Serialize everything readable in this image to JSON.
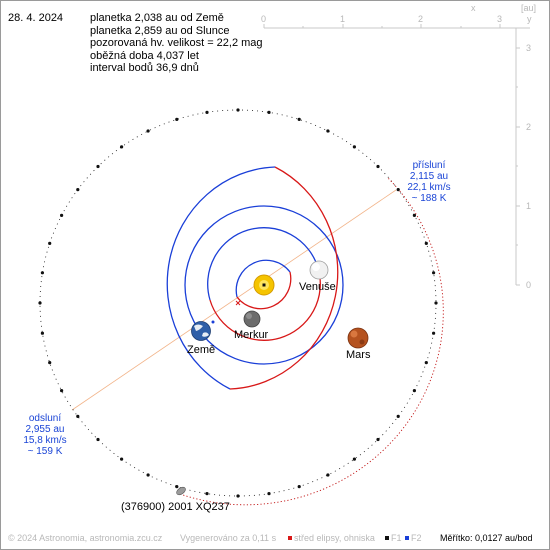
{
  "date": "28. 4. 2024",
  "info_lines": [
    "planetka 2,038 au od Země",
    "planetka 2,859 au od Slunce",
    "pozorovaná hv. velikost = 22,2 mag",
    "oběžná doba 4,037 let",
    "interval bodů 36,9 dnů"
  ],
  "axis": {
    "unit_label": "[au]",
    "x_letter": "x",
    "y_letter": "y",
    "x_ticks": [
      "0",
      "1",
      "2",
      "3"
    ],
    "y_ticks": [
      "3",
      "2",
      "1",
      "0"
    ]
  },
  "perihelion": {
    "lines": [
      "přísluní",
      "2,115 au",
      "22,1 km/s",
      "~ 188 K"
    ]
  },
  "aphelion": {
    "lines": [
      "odsluní",
      "2,955 au",
      "15,8 km/s",
      "~ 159 K"
    ]
  },
  "bodies": {
    "venus": "Venuše",
    "earth": "Země",
    "mercury": "Merkur",
    "mars": "Mars",
    "asteroid": "(376900) 2001 XQ237"
  },
  "footer": {
    "copyright": "© 2024 Astronomia, astronomia.zcu.cz",
    "generated": "Vygenerováno za 0,11 s",
    "center_legend": "střed elipsy, ohniska",
    "f1": "F1",
    "f2": "F2",
    "scale": "Měřítko: 0,0127 au/bod"
  },
  "colors": {
    "above_ecliptic": "#1a3fd8",
    "below_ecliptic": "#d81818",
    "apsides_line": "#f2b48a",
    "sun": "#f5c400",
    "asteroid_orbit": "#c01010"
  }
}
